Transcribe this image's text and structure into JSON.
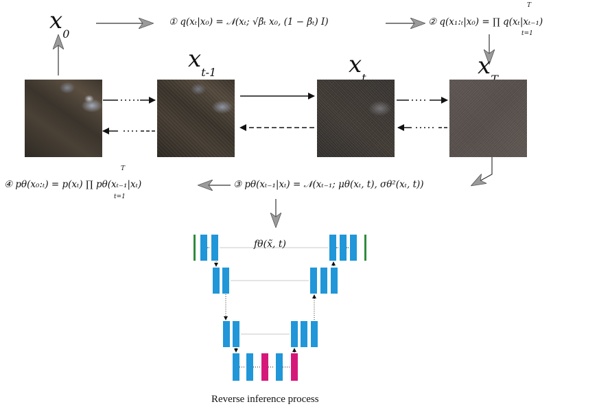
{
  "state_labels": {
    "x0": {
      "base": "x",
      "sub": "0"
    },
    "xt_minus_1": {
      "base": "x",
      "sub": "t-1"
    },
    "xt": {
      "base": "x",
      "sub": "t"
    },
    "xT": {
      "base": "x",
      "sub": "T"
    }
  },
  "formulas": {
    "f1": "① q(xₜ|x₀) = 𝒩(xₜ; √β̄ₜ x₀, (1 − β̄ₜ) I)",
    "f2": "② q(x₁:ₜ|x₀) = ∏ q(xₜ|xₜ₋₁)",
    "f2_prod_top": "T",
    "f2_prod_bottom": "t=1",
    "f3": "③ pθ(xₜ₋₁|xₜ) = 𝒩(xₜ₋₁; μθ(xₜ, t), σθ²(xₜ, t))",
    "f4": "④ pθ(x₀:ₜ) = p(xₜ) ∏ pθ(xₜ₋₁|xₜ)",
    "f4_prod_top": "T",
    "f4_prod_bottom": "t=1"
  },
  "unet_label": "fθ(x̃, t)",
  "caption": "Reverse inference process",
  "colors": {
    "unet_block": "#2196d8",
    "bottleneck_block": "#d6177a",
    "io_bar": "#2e8b3c",
    "arrow": "#111111"
  }
}
